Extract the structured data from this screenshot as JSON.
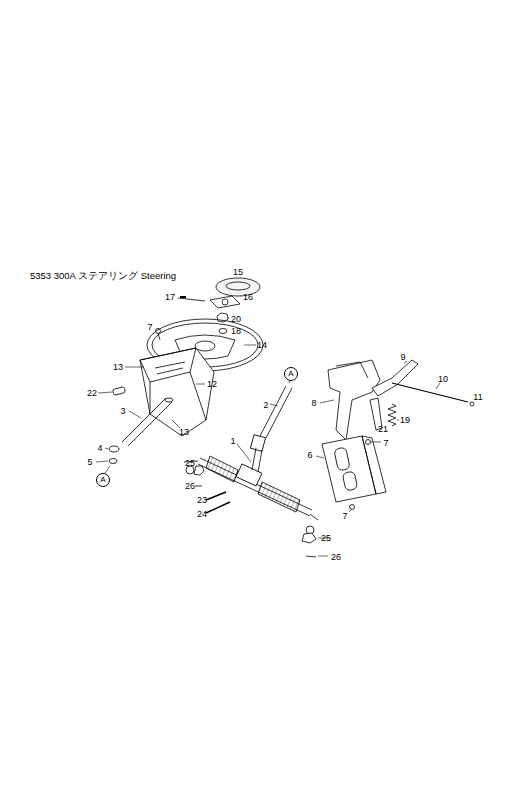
{
  "diagram": {
    "title": "5353 300A ステアリング Steering",
    "nodes": [
      {
        "text": [
          "A"
        ]
      },
      {
        "text": [
          "A"
        ]
      }
    ],
    "labels": [
      "15",
      "17",
      "16",
      "20",
      "18",
      "7",
      "14",
      "13",
      "22",
      "12",
      "3",
      "13",
      "4",
      "5",
      "25",
      "26",
      "23",
      "24",
      "1",
      "2",
      "8",
      "9",
      "10",
      "11",
      "19",
      "21",
      "7",
      "6",
      "7",
      "25",
      "26"
    ]
  }
}
